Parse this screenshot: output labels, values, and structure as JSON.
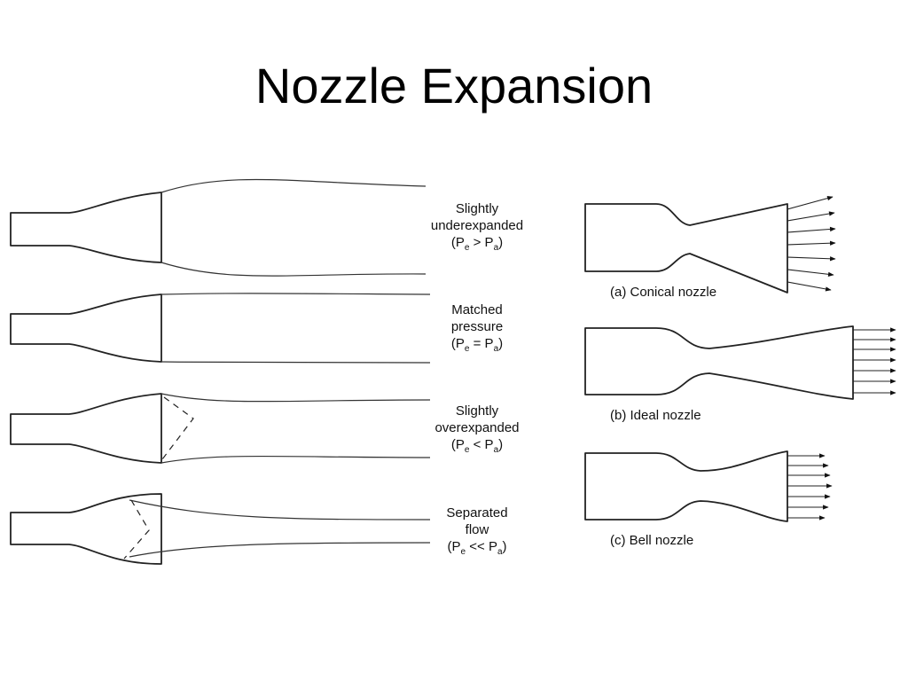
{
  "title": "Nozzle Expansion",
  "flow_regimes": [
    {
      "line1": "Slightly",
      "line2": "underexpanded",
      "pe": "P",
      "pe_sub": "e",
      "relation": ">",
      "pa": "P",
      "pa_sub": "a"
    },
    {
      "line1": "Matched",
      "line2": "pressure",
      "pe": "P",
      "pe_sub": "e",
      "relation": "=",
      "pa": "P",
      "pa_sub": "a"
    },
    {
      "line1": "Slightly",
      "line2": "overexpanded",
      "pe": "P",
      "pe_sub": "e",
      "relation": "<",
      "pa": "P",
      "pa_sub": "a"
    },
    {
      "line1": "Separated",
      "line2": "flow",
      "pe": "P",
      "pe_sub": "e",
      "relation": "<<",
      "pa": "P",
      "pa_sub": "a"
    }
  ],
  "nozzle_types": [
    {
      "caption": "(a) Conical nozzle"
    },
    {
      "caption": "(b) Ideal nozzle"
    },
    {
      "caption": "(c) Bell nozzle"
    }
  ]
}
